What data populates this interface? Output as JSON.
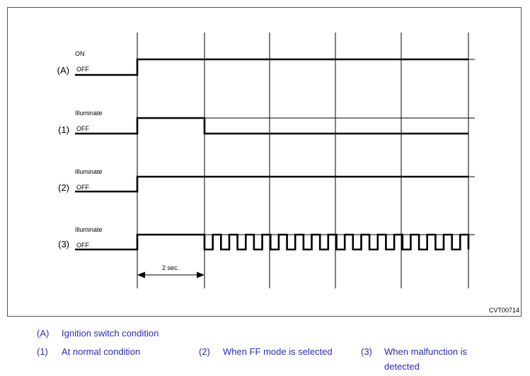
{
  "figure_id": "CVT00714",
  "colors": {
    "ink": "#000000",
    "frame": "#555555",
    "legend": "#2b2bb8"
  },
  "rows": [
    {
      "key": "(A)",
      "high_label": "ON",
      "low_label": "OFF",
      "pattern": "step",
      "description": "Ignition switch condition"
    },
    {
      "key": "(1)",
      "high_label": "Illuminate",
      "low_label": "OFF",
      "pattern": "pulse-2s",
      "description": "At normal condition"
    },
    {
      "key": "(2)",
      "high_label": "Illuminate",
      "low_label": "OFF",
      "pattern": "step",
      "description": "When FF mode is selected"
    },
    {
      "key": "(3)",
      "high_label": "Illuminate",
      "low_label": "OFF",
      "pattern": "step-then-blink",
      "blink_cycles": 16,
      "description": "When malfunction is detected"
    }
  ],
  "dimension": {
    "label": "2 sec."
  },
  "legend": [
    {
      "key": "(A)",
      "text": "Ignition switch condition"
    },
    {
      "key": "(1)",
      "text": "At normal condition"
    },
    {
      "key": "(2)",
      "text": "When FF mode is selected"
    },
    {
      "key": "(3)",
      "text": "When malfunction is detected"
    }
  ]
}
